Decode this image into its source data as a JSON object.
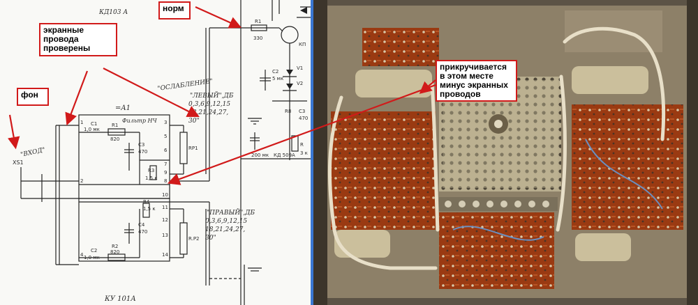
{
  "callouts": {
    "norm": "норм",
    "screen_wires": "экранные провода проверены",
    "hum": "фон",
    "attach": "прикручивается в этом месте минус экранных проводов"
  },
  "schematic": {
    "diode": "КД103 А",
    "attenuation": "\"ОСЛАБЛЕНИЕ\"",
    "left_db": "\"ЛЕВЫЙ\",ДБ",
    "left_values_1": "0,3,6,9,12,15",
    "left_values_2": "18,21,24,27,",
    "left_values_3": "30\"",
    "right_db": "\"ПРАВЫЙ\",ДБ",
    "right_values_1": "0,3,6,9,12,15",
    "right_values_2": "18,21,24,27,",
    "right_values_3": "30\"",
    "input_label": "\"ВХОД\"",
    "connector": "XS1",
    "board": "=A1",
    "filter": "Фильтр НЧ",
    "c1": "C1",
    "c1_val": "1,0 мк",
    "r1": "R1",
    "r1_val": "820",
    "c3": "C3",
    "c3_val": "470",
    "r3": "R3",
    "r3_val": "1,5 к",
    "rp1": "RP1",
    "c2": "C2",
    "c2_val": "1,0 мк",
    "r2": "R2",
    "r2_val": "820",
    "c4": "C4",
    "c4_val": "470",
    "r4": "R4",
    "r4_val": "1,5 к",
    "rp2": "R.P2",
    "r1_top": "R1",
    "r1_top_val": "330",
    "kp": "КП",
    "v1": "V1",
    "v2": "V2",
    "c2_top": "C2",
    "c2_top_val": "5 мк",
    "c3_top": "C3",
    "c3_top_val": "470",
    "r8": "R8",
    "r_bottom": "R",
    "r_bottom_val": "3 к",
    "cap_bottom": "200 мк",
    "kd": "КД 509А",
    "part": "КУ 101А",
    "pins": [
      "1",
      "2",
      "3",
      "4",
      "5",
      "6",
      "7",
      "8",
      "9",
      "10",
      "11",
      "12",
      "13",
      "14"
    ]
  }
}
